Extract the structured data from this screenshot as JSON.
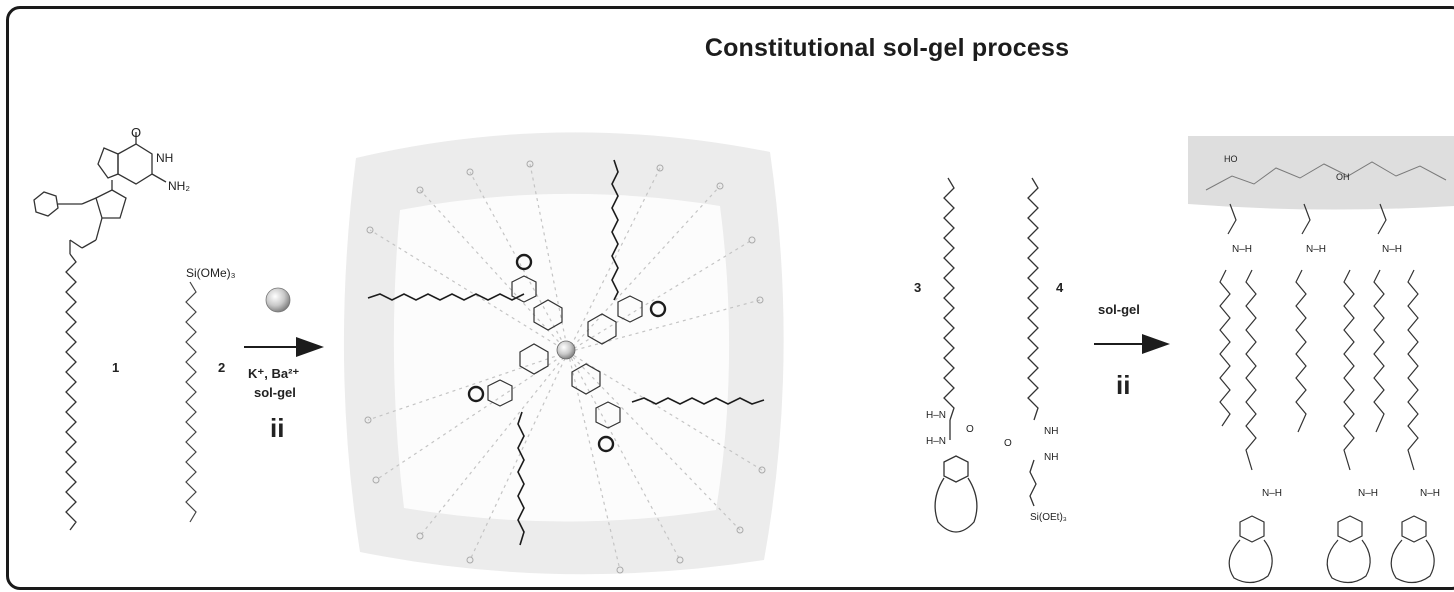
{
  "title": "Constitutional sol-gel process",
  "compounds": {
    "c1": {
      "number": "1",
      "nh": "NH",
      "nh2": "NH₂",
      "o": "O"
    },
    "c2": {
      "number": "2",
      "group": "Si(OMe)₃"
    },
    "c3": {
      "number": "3",
      "nh_a": "H–N",
      "nh_b": "H–N",
      "o": "O"
    },
    "c4": {
      "number": "4",
      "nh_a": "NH",
      "nh_b": "NH",
      "o": "O",
      "group": "Si(OEt)₃"
    }
  },
  "arrow1": {
    "line1": "K⁺, Ba²⁺",
    "line2": "sol-gel",
    "step": "ii"
  },
  "arrow2": {
    "line1": "sol-gel",
    "step": "ii"
  },
  "silica_labels": {
    "ho": "HO",
    "oh": "OH"
  },
  "urea_labels": {
    "nh": "N–H"
  },
  "colors": {
    "ink": "#1c1c1c",
    "gel": "#e6e6e6",
    "chain_light": "#9a9a9a"
  }
}
